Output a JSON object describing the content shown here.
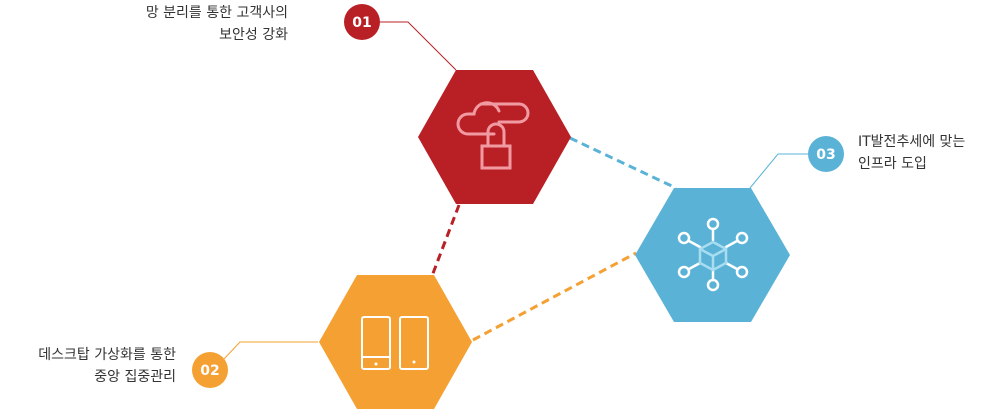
{
  "items": [
    {
      "number": "01",
      "color": "#b82026",
      "icon": "cloud-lock-icon",
      "caption_line1": "망 분리를 통한 고객사의",
      "caption_line2": "보안성 강화"
    },
    {
      "number": "02",
      "color": "#f5a033",
      "icon": "devices-icon",
      "caption_line1": "데스크탑 가상화를  통한",
      "caption_line2": "중앙 집중관리"
    },
    {
      "number": "03",
      "color": "#5ab3d7",
      "icon": "network-hub-icon",
      "caption_line1": "IT발전추세에 맞는",
      "caption_line2": "인프라 도입"
    }
  ]
}
